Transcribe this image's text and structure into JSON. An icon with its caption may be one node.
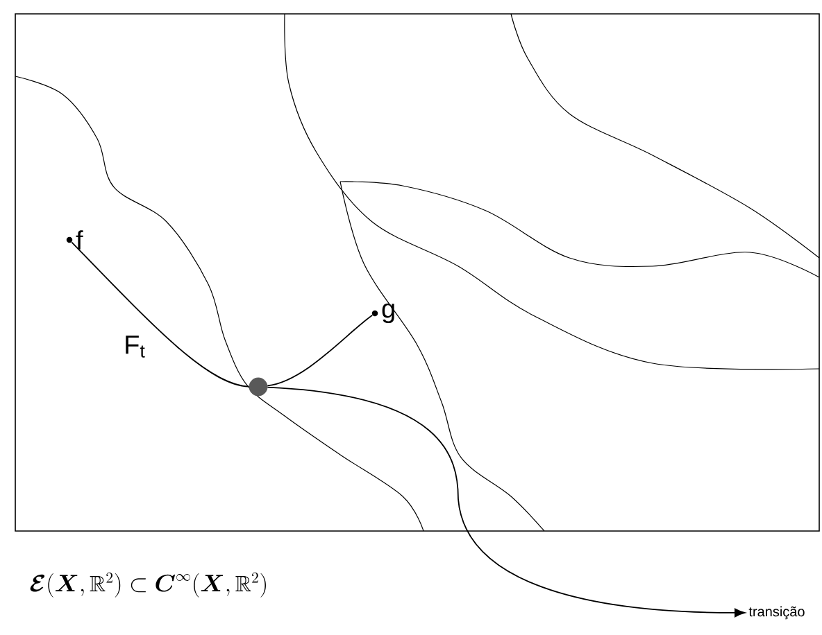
{
  "diagram": {
    "caption": "\\boldsymbol{\\mathcal{E}}(\\boldsymbol{X},\\mathbb{R}^2) \\subset \\boldsymbol{C}^{\\infty}(\\boldsymbol{X},\\mathbb{R}^2)",
    "nodes": [
      {
        "text": [
          "f"
        ]
      },
      {
        "text": [
          "g"
        ]
      },
      {
        "text": [],
        "shape": "circle"
      },
      {
        "text": [
          "transição"
        ]
      }
    ],
    "edges": [
      {
        "from": 0,
        "to": 2,
        "arrow": "none",
        "label": "F$_{t}$"
      },
      {
        "from": 2,
        "to": 1,
        "arrow": "none"
      },
      {
        "from": 2,
        "to": 3,
        "arrow": "to"
      }
    ]
  }
}
